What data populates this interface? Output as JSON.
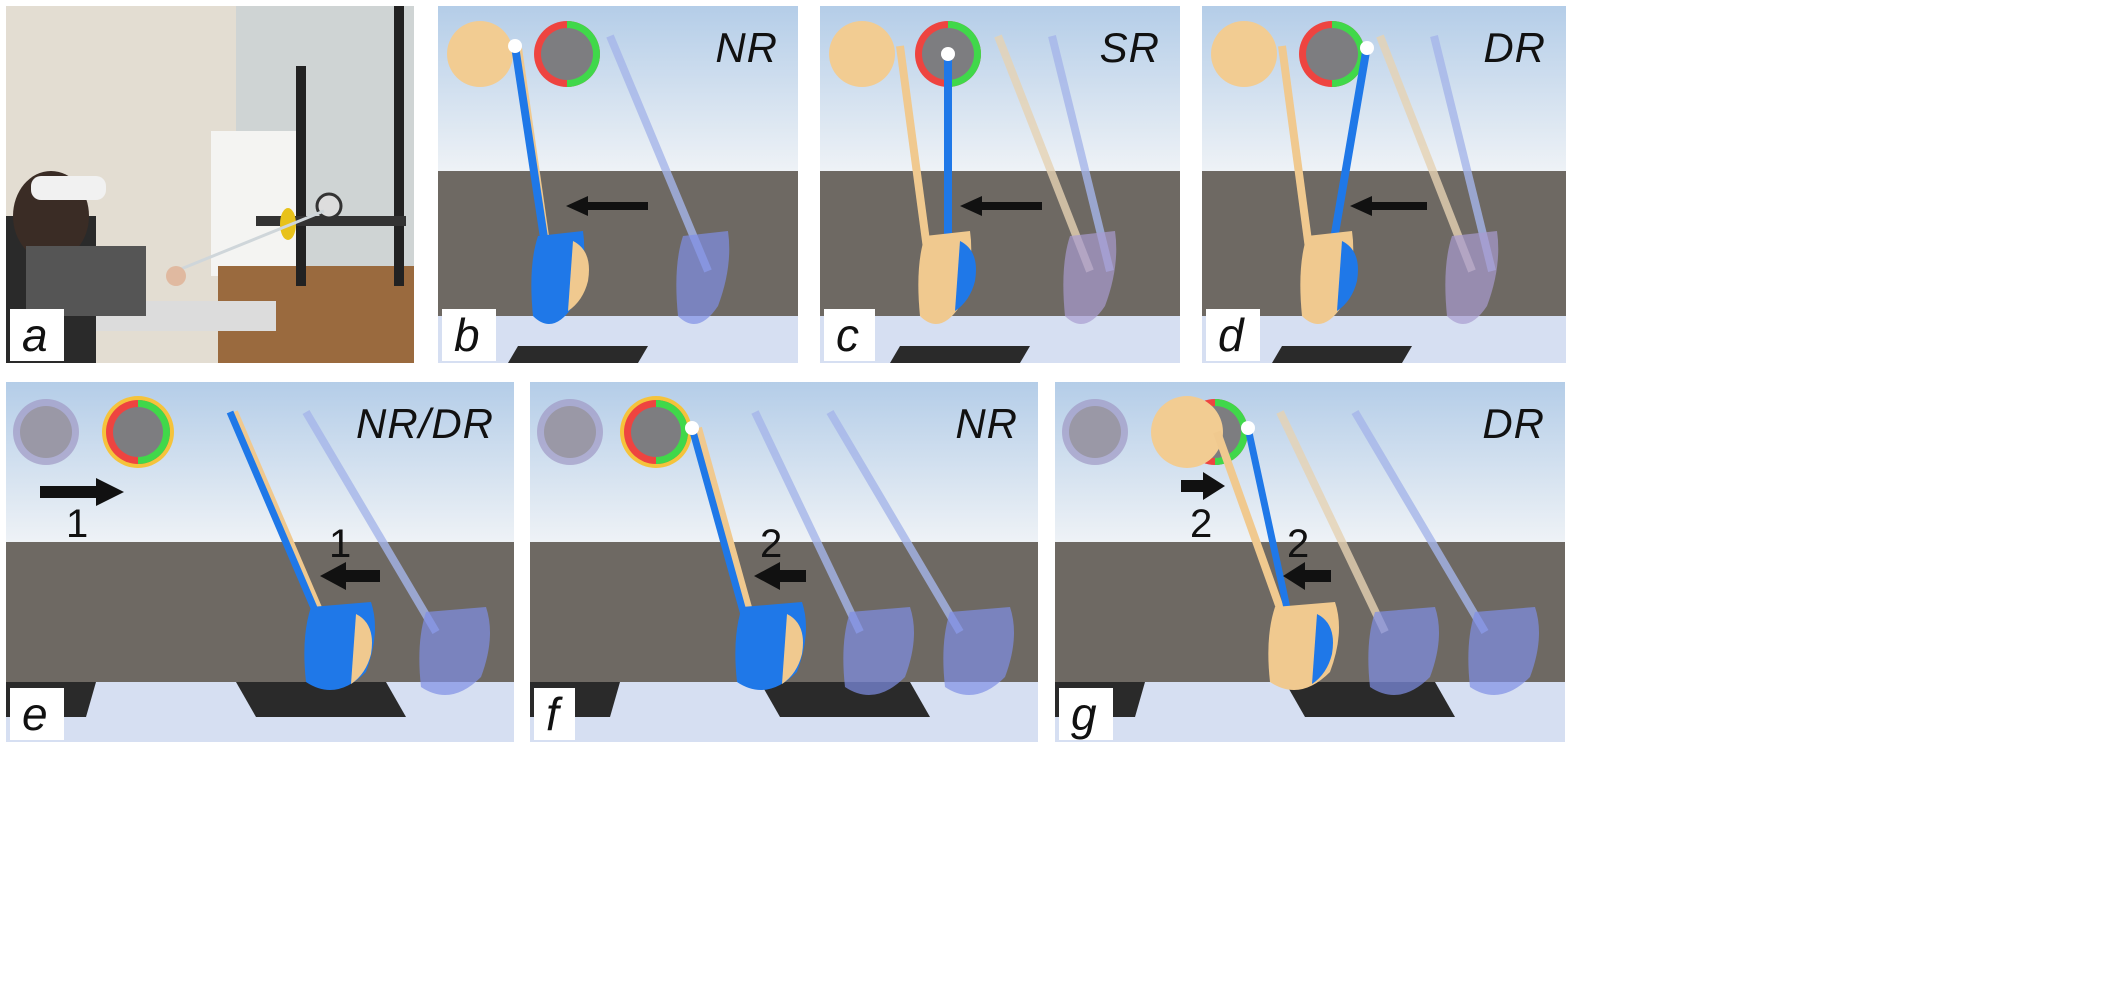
{
  "figure": {
    "panels": [
      {
        "id": "a",
        "label": "a",
        "kind": "photo"
      },
      {
        "id": "b",
        "label": "b",
        "condition": "NR"
      },
      {
        "id": "c",
        "label": "c",
        "condition": "SR"
      },
      {
        "id": "d",
        "label": "d",
        "condition": "DR"
      },
      {
        "id": "e",
        "label": "e",
        "condition": "NR/DR",
        "step_labels": [
          "1",
          "1"
        ]
      },
      {
        "id": "f",
        "label": "f",
        "condition": "NR",
        "step_labels": [
          "2"
        ]
      },
      {
        "id": "g",
        "label": "g",
        "condition": "DR",
        "step_labels": [
          "2",
          "2"
        ]
      }
    ]
  },
  "colors": {
    "sky_top": "#b8d0ea",
    "horizon": "#e9eff5",
    "ground": "#6e6963",
    "checker_light": "#d6dff2",
    "checker_dark": "#2a2a2a",
    "virtual_blue": "#1f78e8",
    "real_tan": "#f0c98f",
    "target_tan": "#f2cc92",
    "ring_red": "#e8413c",
    "ring_green": "#3fd84a",
    "ring_yellow": "#f5c33b",
    "ghost_blue": "#7f8fe6",
    "arrow": "#111111"
  }
}
